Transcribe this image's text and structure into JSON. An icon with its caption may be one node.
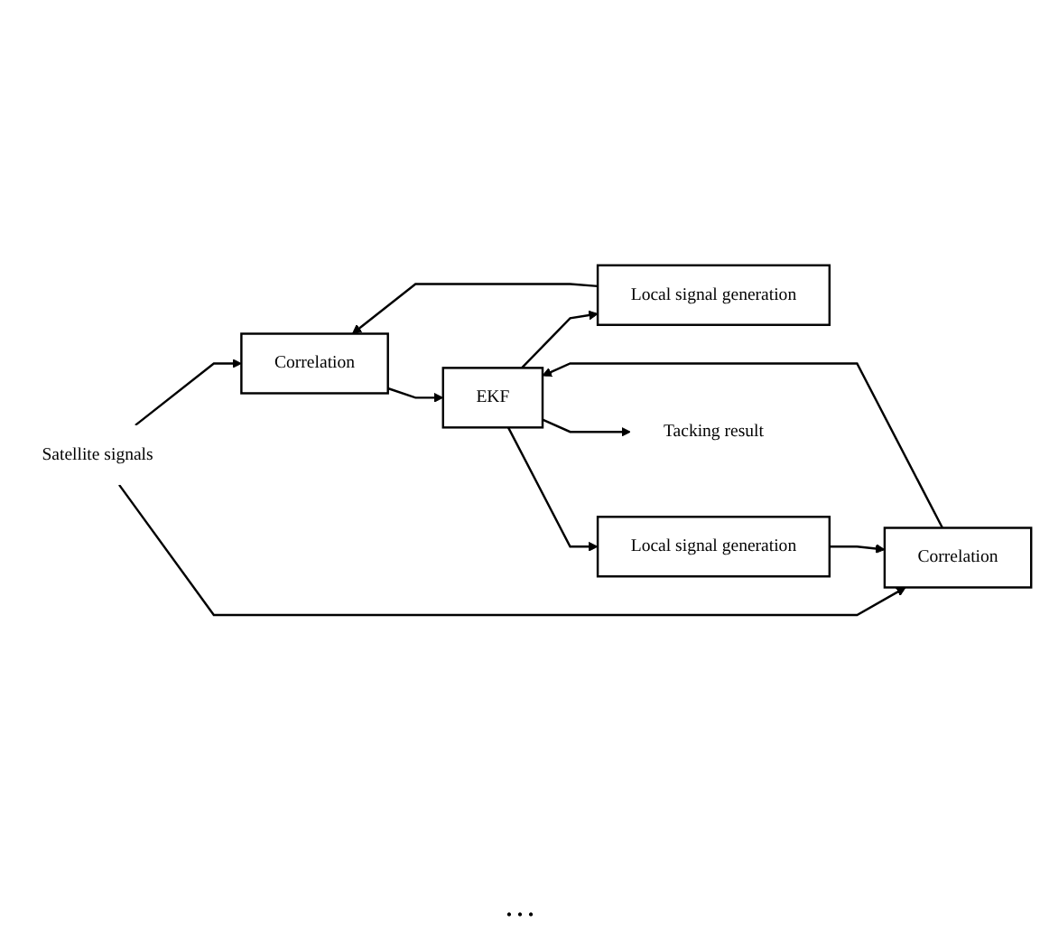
{
  "diagram": {
    "nodes": [
      {
        "text": [
          "Satellite signals"
        ]
      },
      {
        "text": [
          "Correlation"
        ]
      },
      {
        "text": [
          "Local signal generation"
        ]
      },
      {
        "text": [
          "EKF"
        ]
      },
      {
        "text": [
          "Correlation"
        ]
      },
      {
        "text": [
          "Local signal generation"
        ]
      },
      {
        "text": [
          "Tacking result"
        ]
      }
    ],
    "edges": [
      {
        "from": 0,
        "to": 1,
        "arrow": "to"
      },
      {
        "from": 2,
        "to": 1,
        "arrow": "to"
      },
      {
        "from": 1,
        "to": 3,
        "arrow": "to"
      },
      {
        "from": 3,
        "to": 2,
        "arrow": "to"
      },
      {
        "from": 0,
        "to": 4,
        "arrow": "to"
      },
      {
        "from": 5,
        "to": 4,
        "arrow": "to"
      },
      {
        "from": 4,
        "to": 3,
        "arrow": "to"
      },
      {
        "from": 3,
        "to": 5,
        "arrow": "to"
      },
      {
        "from": 3,
        "to": 6,
        "arrow": "to"
      }
    ],
    "labels": [
      "…"
    ]
  }
}
